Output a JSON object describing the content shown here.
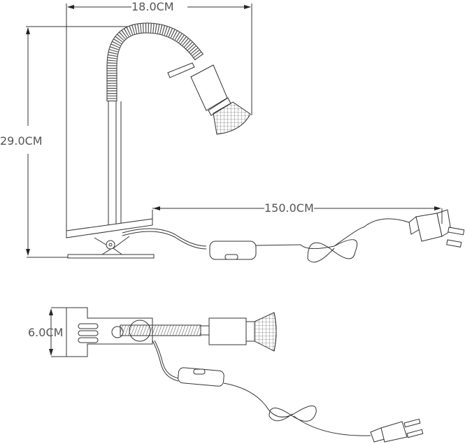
{
  "drawing": {
    "subject": "Clip-on gooseneck spot lamp with inline switch cord and plug",
    "views": [
      "side-view",
      "top-view"
    ],
    "line_color": "#333333",
    "label_color": "#555555"
  },
  "dimensions": {
    "width": "18.0CM",
    "height": "29.0CM",
    "cord_length": "150.0CM",
    "clip_width": "6.0CM"
  }
}
